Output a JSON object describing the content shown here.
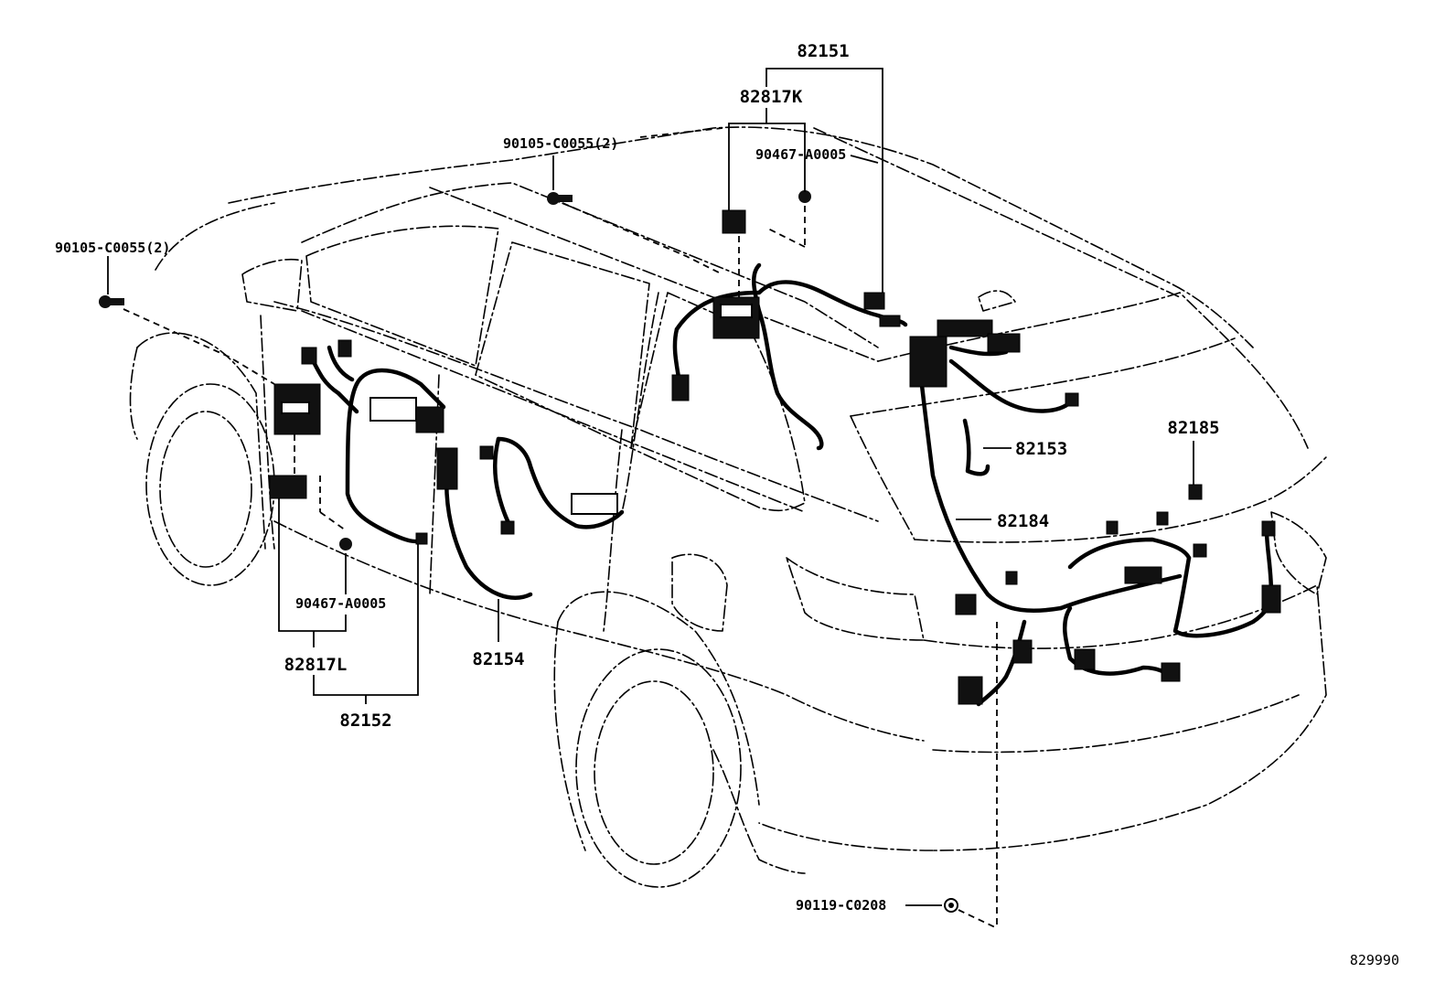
{
  "labels": {
    "p82151": "82151",
    "p82817K": "82817K",
    "p90105_top": "90105-C0055(2)",
    "p90467_top": "90467-A0005",
    "p90105_left": "90105-C0055(2)",
    "p82185": "82185",
    "p82153": "82153",
    "p82184": "82184",
    "p90467_bottom": "90467-A0005",
    "p82817L": "82817L",
    "p82154": "82154",
    "p82152": "82152",
    "p90119": "90119-C0208",
    "ref": "829990"
  }
}
